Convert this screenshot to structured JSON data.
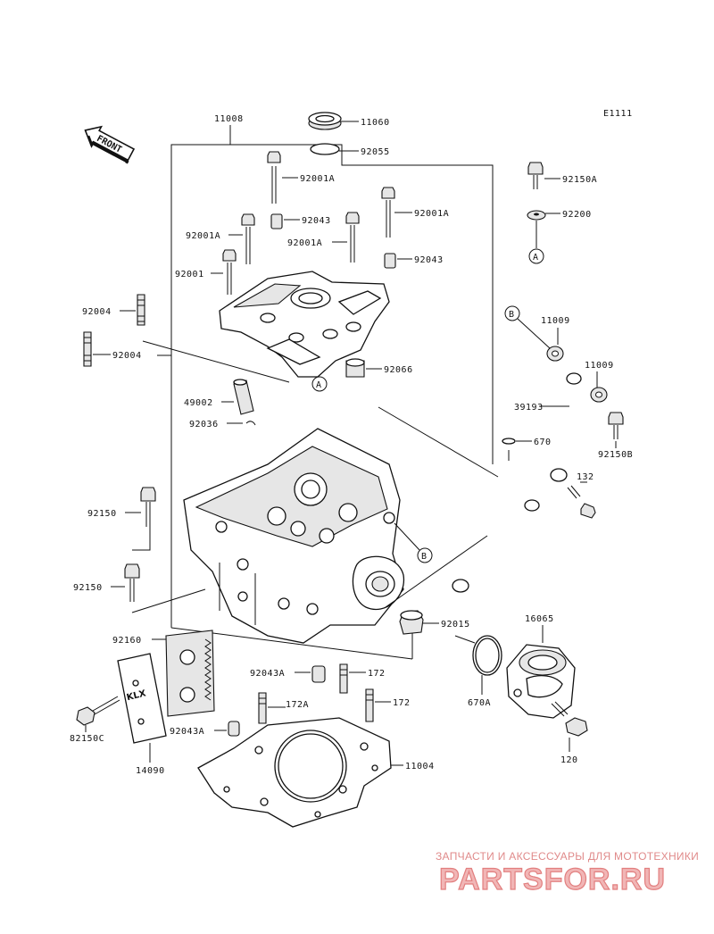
{
  "diagram_code": "E1111",
  "front_label": "FRONT",
  "labels": {
    "l11008a": "11008",
    "l11060": "11060",
    "l92055": "92055",
    "l92001A_1": "92001A",
    "l92043_1": "92043",
    "l92001A_2": "92001A",
    "l92001A_3": "92001A",
    "l92001A_4": "92001A",
    "l92043_2": "92043",
    "l92001": "92001",
    "l92150A": "92150A",
    "l92200": "92200",
    "l92004_1": "92004",
    "l92004_2": "92004",
    "l11009a": "11009",
    "l11009b": "11009",
    "l92066": "92066",
    "l49002": "49002",
    "l39193": "39193",
    "l92036": "92036",
    "l670": "670",
    "l92150B": "92150B",
    "l132": "132",
    "l92150_1": "92150",
    "l92150_2": "92150",
    "l92015": "92015",
    "l16065": "16065",
    "l92160": "92160",
    "l92043A_1": "92043A",
    "l172_1": "172",
    "l172A": "172A",
    "l172_2": "172",
    "l670A": "670A",
    "l82150C": "82150C",
    "l92043A_2": "92043A",
    "l11004": "11004",
    "l120": "120",
    "l14090": "14090"
  },
  "refs": {
    "a": "A",
    "b": "B"
  },
  "stamp_text": "KLX",
  "watermark": {
    "tagline": "ЗАПЧАСТИ И АКСЕССУАРЫ ДЛЯ МОТОТЕХНИКИ",
    "brand": "PARTSFOR.RU"
  }
}
